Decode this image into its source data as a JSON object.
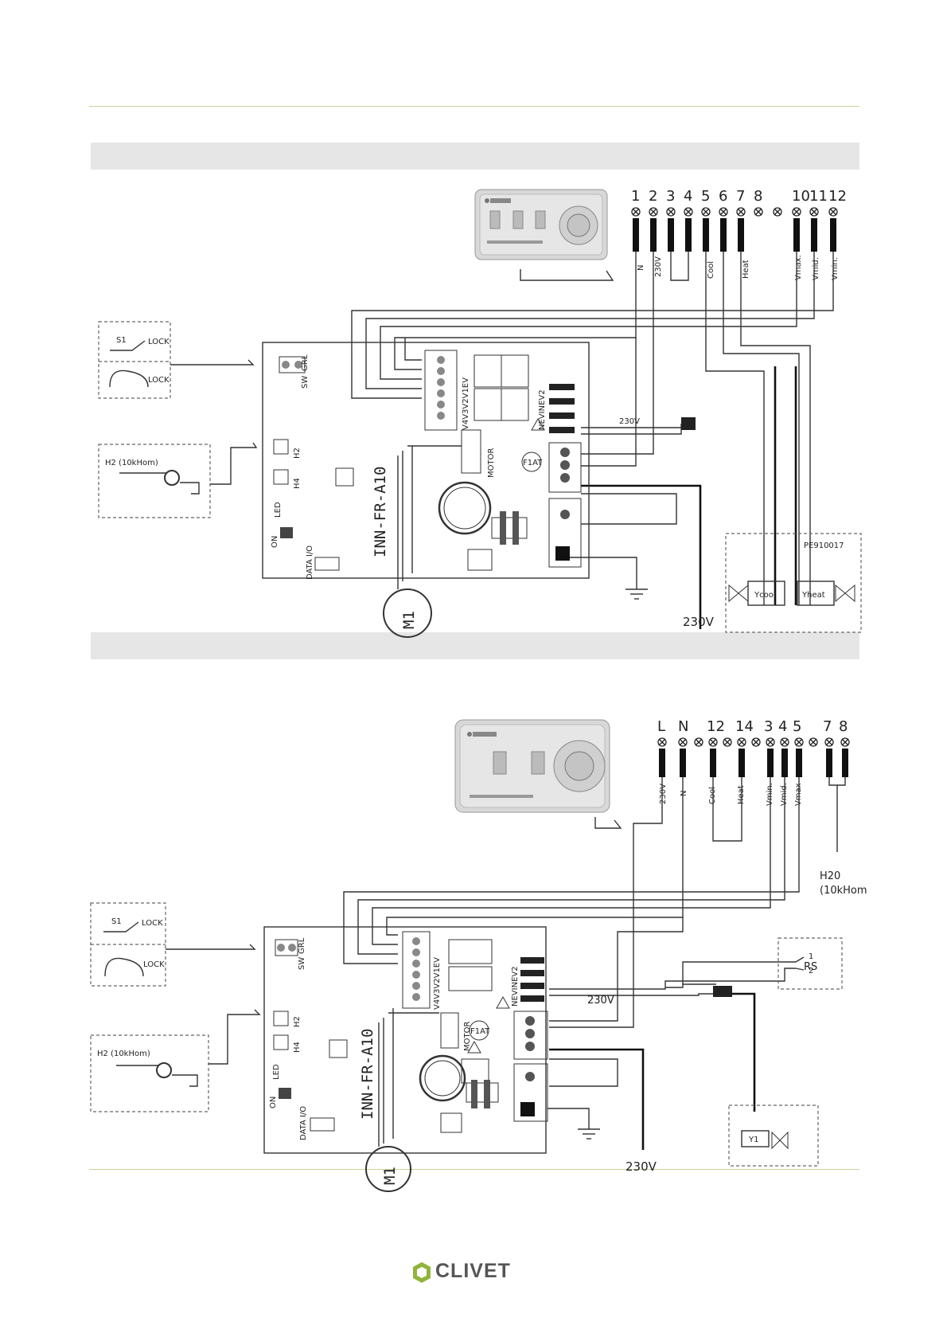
{
  "diagram1": {
    "terminals": [
      "1",
      "2",
      "3",
      "4",
      "5",
      "6",
      "7",
      "8",
      "10",
      "11",
      "12"
    ],
    "wire_labels": [
      "N",
      "230V",
      "Cool",
      "Heat",
      "Vmax.",
      "Vmid.",
      "Vmin."
    ],
    "board_name": "INN-FR-A10",
    "motor_label": "M1",
    "supply_label": "230V",
    "valve_box_code": "PE910017",
    "valve_cool": "Ycool",
    "valve_heat": "Yheat",
    "sensor_label": "H2 (10kHom)",
    "switch_label": "S1",
    "lock_label": "LOCK",
    "inner_voltage": "230V"
  },
  "diagram2": {
    "terminals": [
      "L",
      "N",
      "12",
      "14",
      "3",
      "4",
      "5",
      "7",
      "8"
    ],
    "wire_labels": [
      "230V",
      "N",
      "Cool",
      "Heat",
      "Vmin.",
      "Vmid.",
      "Vmax"
    ],
    "board_name": "INN-FR-A10",
    "motor_label": "M1",
    "supply_label": "230V",
    "h20_line1": "H20",
    "h20_line2": "(10kHom",
    "rs_label": "RS",
    "rs_pin1": "1",
    "rs_pin2": "2",
    "valve_label": "Y1",
    "sensor_label": "H2 (10kHom)",
    "switch_label": "S1",
    "lock_label": "LOCK",
    "inner_voltage": "230V"
  },
  "board_labels": {
    "sw": "SW",
    "grl": "GRL",
    "h2": "H2",
    "h4": "H4",
    "led": "LED",
    "on": "ON",
    "data": "DATA I/O",
    "motor": "MOTOR",
    "fuse": "F1AT",
    "neve": "NEVINEV2",
    "vpins": "V4V3V2V1EV"
  },
  "footer": {
    "brand": "CLIVET"
  },
  "colors": {
    "rule": "#c9d59a",
    "band": "#e6e6e6",
    "brand": "#8fb43a"
  }
}
